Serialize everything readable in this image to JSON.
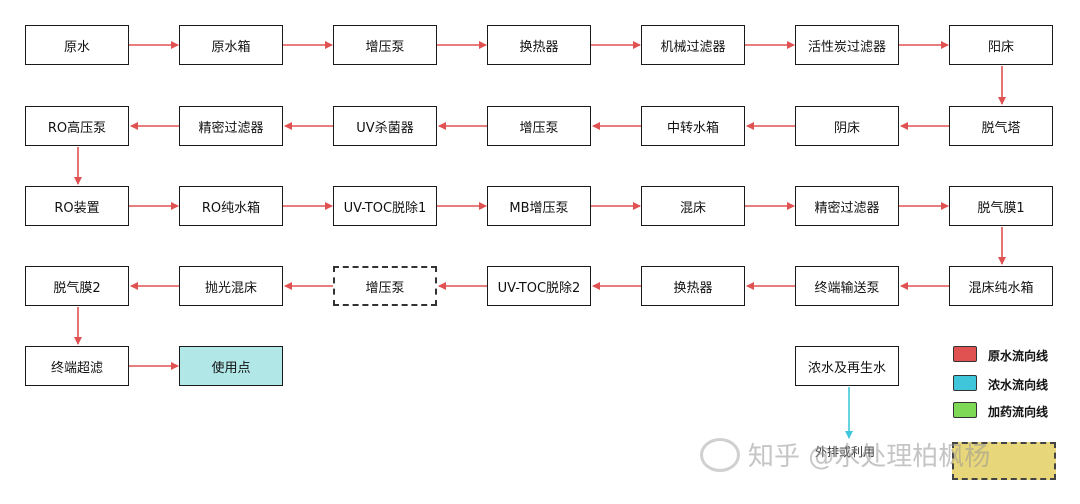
{
  "nodes": {
    "raw_water": "原水",
    "raw_water_tank": "原水箱",
    "booster_pump_1": "增压泵",
    "heat_exchanger_1": "换热器",
    "mechanical_filter": "机械过滤器",
    "activated_carbon_filter": "活性炭过滤器",
    "cation_bed": "阳床",
    "degassing_tower": "脱气塔",
    "anion_bed": "阴床",
    "intermediate_tank": "中转水箱",
    "booster_pump_2": "增压泵",
    "uv_sterilizer": "UV杀菌器",
    "precision_filter_1": "精密过滤器",
    "ro_hp_pump": "RO高压泵",
    "ro_unit": "RO装置",
    "ro_pure_tank": "RO纯水箱",
    "uv_toc_1": "UV-TOC脱除1",
    "mb_booster_pump": "MB增压泵",
    "mixed_bed": "混床",
    "precision_filter_2": "精密过滤器",
    "degas_membrane_1": "脱气膜1",
    "mixed_bed_pure_tank": "混床纯水箱",
    "terminal_pump": "终端输送泵",
    "heat_exchanger_2": "换热器",
    "uv_toc_2": "UV-TOC脱除2",
    "booster_pump_3": "增压泵",
    "polishing_mixed_bed": "抛光混床",
    "degas_membrane_2": "脱气膜2",
    "terminal_uf": "终端超滤",
    "point_of_use": "使用点",
    "concentrate_regen": "浓水及再生水"
  },
  "legend": {
    "raw": "原水流向线",
    "concentrate": "浓水流向线",
    "dosing": "加药流向线"
  },
  "discharge_label": "外排或利用",
  "watermark_text": "知乎 @水处理柏枫杨",
  "colors": {
    "raw_flow": "#e05252",
    "concentrate_flow": "#3fc6db",
    "dosing_flow": "#7ed957",
    "point_of_use_fill": "#b2e7e8"
  }
}
